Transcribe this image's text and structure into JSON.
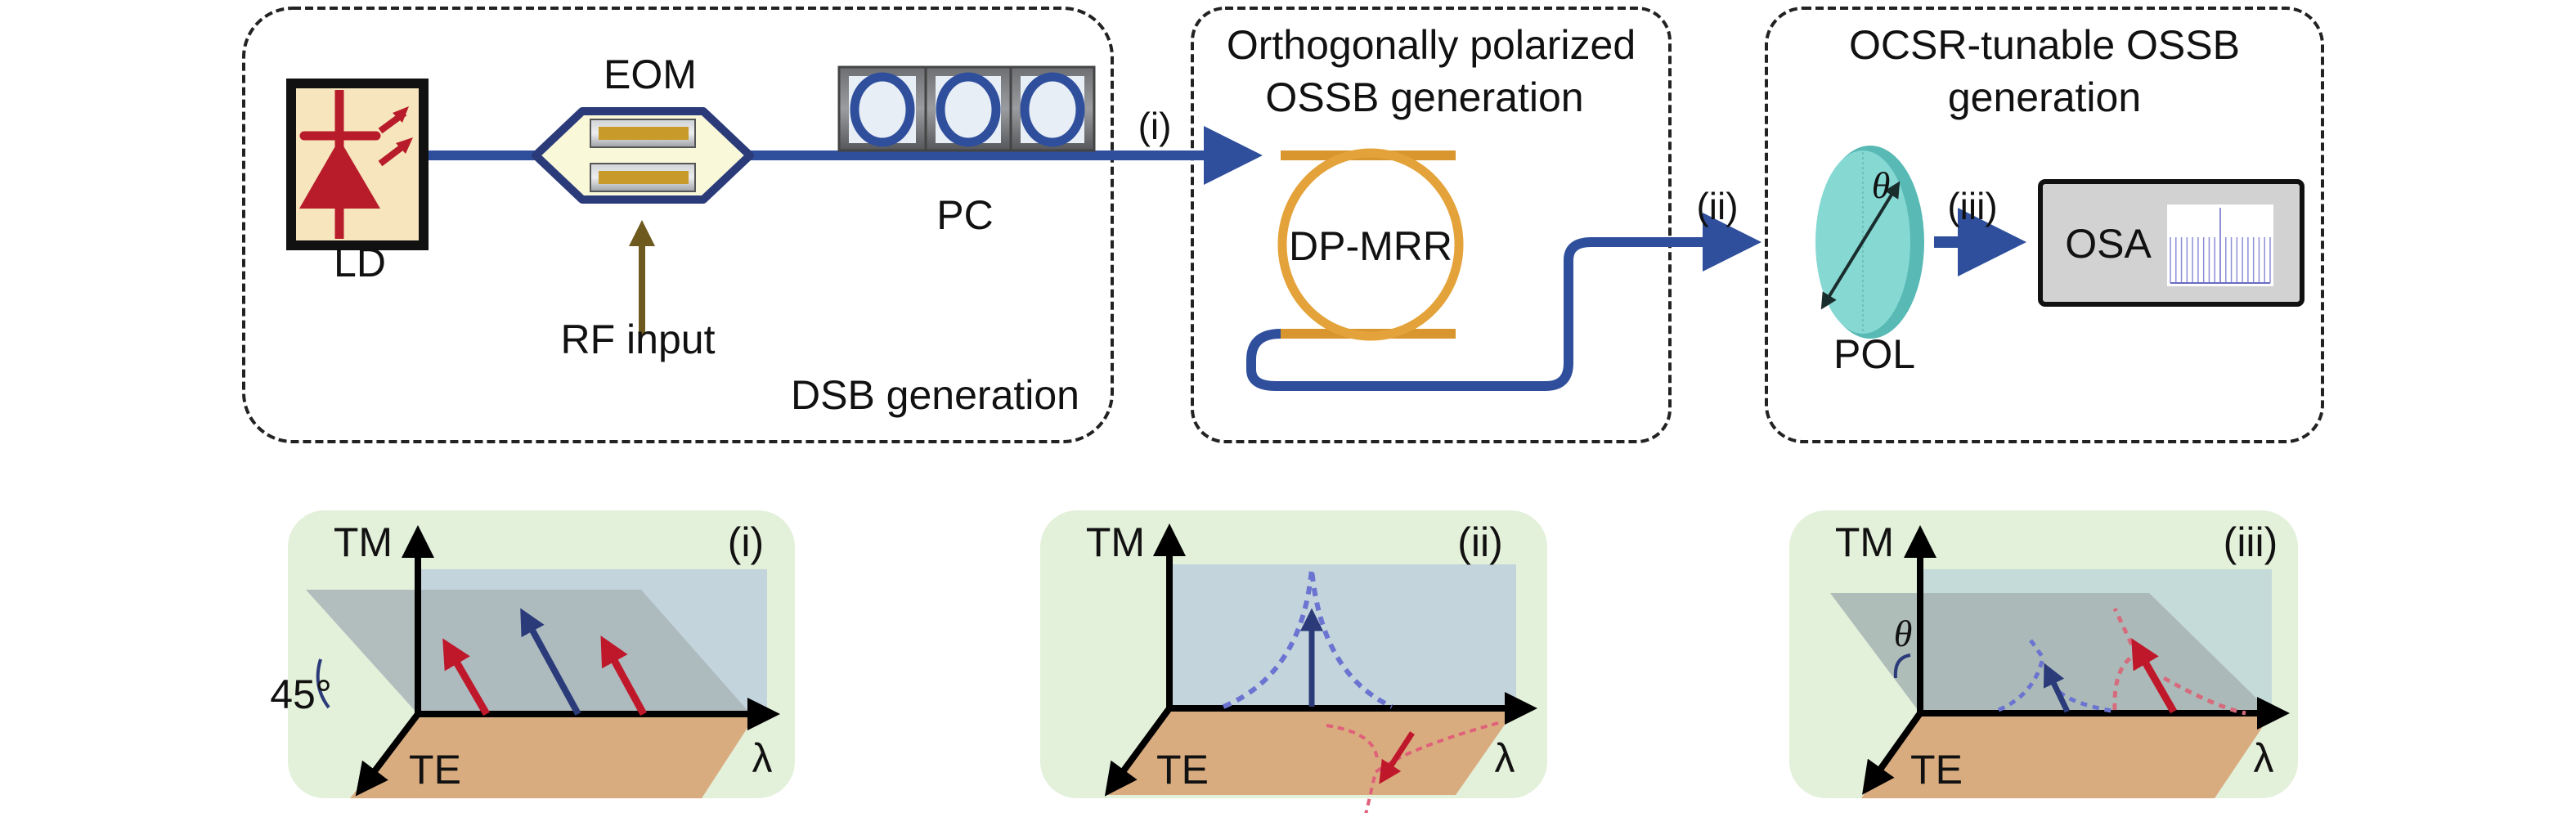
{
  "figure": {
    "top": {
      "boxes": [
        {
          "id": "dsb",
          "title": "DSB generation"
        },
        {
          "id": "ossb",
          "title_line1": "Orthogonally polarized",
          "title_line2": "OSSB generation"
        },
        {
          "id": "ocsr",
          "title_line1": "OCSR-tunable OSSB",
          "title_line2": "generation"
        }
      ],
      "components": {
        "ld": "LD",
        "eom": "EOM",
        "rf_input": "RF input",
        "pc": "PC",
        "mrr": "DP-MRR",
        "pol": "POL",
        "pol_angle": "θ",
        "osa": "OSA"
      },
      "taps": {
        "i": "(i)",
        "ii": "(ii)",
        "iii": "(iii)"
      }
    },
    "panels": [
      {
        "tag": "(i)",
        "axis_tm": "TM",
        "axis_te": "TE",
        "axis_lambda": "λ",
        "angle_label": "45°"
      },
      {
        "tag": "(ii)",
        "axis_tm": "TM",
        "axis_te": "TE",
        "axis_lambda": "λ"
      },
      {
        "tag": "(iii)",
        "axis_tm": "TM",
        "axis_te": "TE",
        "axis_lambda": "λ",
        "angle_label": "θ"
      }
    ],
    "colors": {
      "fiber": "#2f4f9c",
      "ring": "#d9962f",
      "ld_red": "#b81c2a",
      "ld_bg": "#f7e6bd",
      "panel_bg": "#e3f0da",
      "tm_plane": "#c3d4dc",
      "tilt_plane": "#a9b5b8",
      "floor": "#d9ac80",
      "carrier_blue": "#2b3b7a",
      "sideband_red": "#c0182b",
      "pol": "#7fd3cf",
      "osa_bg": "#d2d2d2",
      "rf_arrow": "#6e5a1e"
    }
  }
}
